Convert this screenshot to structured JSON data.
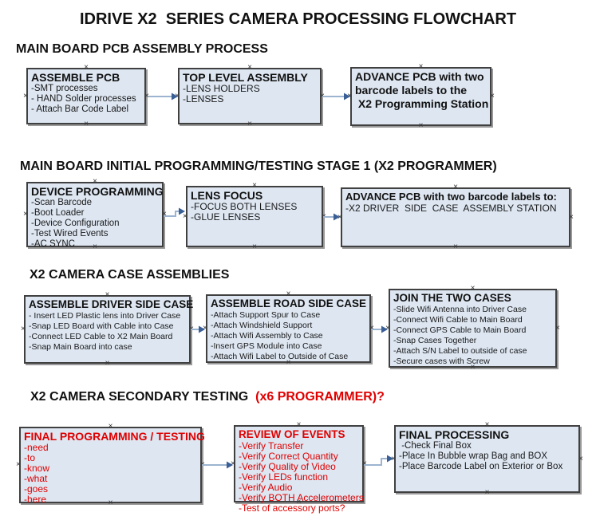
{
  "page_title": "IDRIVE X2  SERIES CAMERA PROCESSING FLOWCHART",
  "handle_glyph": "×",
  "colors": {
    "box_fill": "#dde6f1",
    "box_border": "#404040",
    "red": "#e00000",
    "arrow_line": "#9cb4d0",
    "arrow_head": "#3a5e96"
  },
  "sections": [
    {
      "header": "MAIN BOARD PCB ASSEMBLY PROCESS",
      "header_red_suffix": "",
      "boxes": [
        {
          "title_lines": [
            "ASSEMBLE PCB"
          ],
          "items": [
            "-SMT processes",
            "- HAND Solder processes",
            "- Attach Bar Code Label"
          ],
          "red": false
        },
        {
          "title_lines": [
            "TOP LEVEL ASSEMBLY"
          ],
          "items": [
            "-LENS HOLDERS",
            "-LENSES"
          ],
          "red": false
        },
        {
          "title_lines": [
            "ADVANCE PCB with two",
            "barcode labels to the",
            " X2 Programming Station"
          ],
          "items": [],
          "red": false
        }
      ]
    },
    {
      "header": "MAIN BOARD INITIAL PROGRAMMING/TESTING STAGE 1 (X2 PROGRAMMER)",
      "header_red_suffix": "",
      "boxes": [
        {
          "title_lines": [
            "DEVICE PROGRAMMING"
          ],
          "items": [
            "-Scan Barcode",
            "-Boot Loader",
            "-Device Configuration",
            "-Test Wired Events",
            "-AC SYNC"
          ],
          "red": false
        },
        {
          "title_lines": [
            "LENS FOCUS"
          ],
          "items": [
            "-FOCUS BOTH LENSES",
            "-GLUE LENSES"
          ],
          "red": false
        },
        {
          "title_lines": [
            "ADVANCE PCB with two barcode labels to:"
          ],
          "items": [
            "-X2 DRIVER  SIDE  CASE  ASSEMBLY STATION"
          ],
          "red": false
        }
      ]
    },
    {
      "header": "X2 CAMERA CASE ASSEMBLIES",
      "header_red_suffix": "",
      "boxes": [
        {
          "title_lines": [
            "ASSEMBLE DRIVER SIDE CASE"
          ],
          "items": [
            "- Insert LED Plastic lens into Driver Case",
            "-Snap LED Board with Cable into Case",
            "-Connect LED Cable to X2 Main Board",
            "-Snap Main Board into case"
          ],
          "red": false
        },
        {
          "title_lines": [
            "ASSEMBLE ROAD SIDE CASE"
          ],
          "items": [
            "-Attach Support Spur to Case",
            "-Attach Windshield Support",
            "-Attach Wifi Assembly to Case",
            "-Insert GPS Module into Case",
            "-Attach Wifi Label to Outside of Case"
          ],
          "red": false
        },
        {
          "title_lines": [
            "JOIN THE TWO CASES"
          ],
          "items": [
            "-Slide Wifi Antenna into Driver Case",
            "-Connect Wifi Cable to Main Board",
            "-Connect GPS Cable to Main Board",
            "-Snap Cases Together",
            "-Attach S/N Label to outside of case",
            "-Secure cases with Screw"
          ],
          "red": false
        }
      ]
    },
    {
      "header": "X2 CAMERA SECONDARY TESTING ",
      "header_red_suffix": " (x6 PROGRAMMER)?",
      "boxes": [
        {
          "title_lines": [
            "FINAL PROGRAMMING / TESTING"
          ],
          "items": [
            "-need",
            "-to",
            "-know",
            "-what",
            "-goes",
            "-here"
          ],
          "red": true
        },
        {
          "title_lines": [
            "REVIEW OF EVENTS"
          ],
          "items": [
            "-Verify Transfer",
            "-Verify Correct Quantity",
            "-Verify Quality of Video",
            "-Verify LEDs function",
            "-Verify Audio",
            "-Verify BOTH Accelerometers",
            "-Test of accessory ports?"
          ],
          "red": true
        },
        {
          "title_lines": [
            "FINAL PROCESSING"
          ],
          "items": [
            " -Check Final Box",
            "-Place In Bubble wrap Bag and BOX",
            "-Place Barcode Label on Exterior or Box"
          ],
          "red": false
        }
      ]
    }
  ]
}
